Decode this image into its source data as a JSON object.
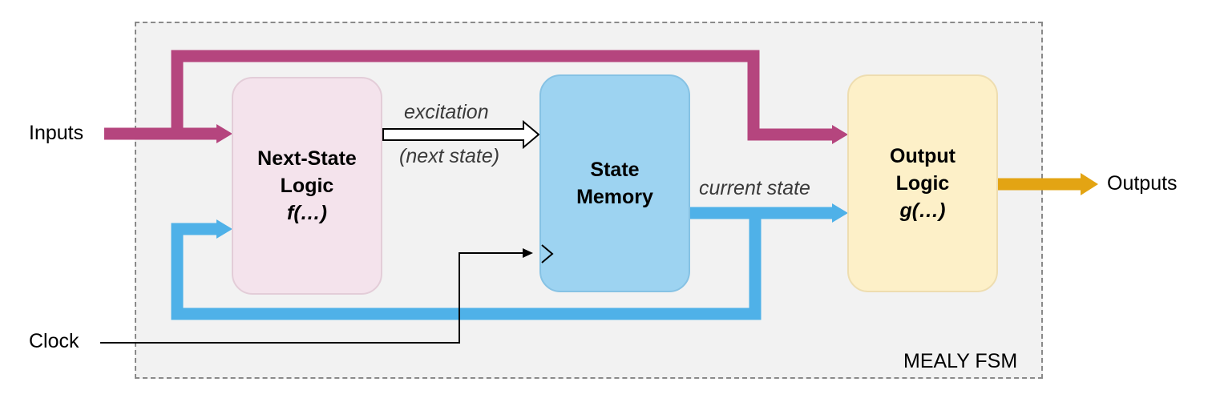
{
  "inputs_label": "Inputs",
  "clock_label": "Clock",
  "outputs_label": "Outputs",
  "fsm_label": "MEALY FSM",
  "excitation_label": "excitation",
  "next_state_label": "(next state)",
  "current_state_label": "current state",
  "next_state_logic": {
    "title_line1": "Next-State",
    "title_line2": "Logic",
    "func": "f(…)"
  },
  "state_memory": {
    "title_line1": "State",
    "title_line2": "Memory"
  },
  "output_logic": {
    "title_line1": "Output",
    "title_line2": "Logic",
    "func": "g(…)"
  },
  "colors": {
    "input_wire": "#b5457e",
    "state_wire": "#4fb1e8",
    "output_wire": "#e3a413",
    "clock_wire": "#000000"
  }
}
